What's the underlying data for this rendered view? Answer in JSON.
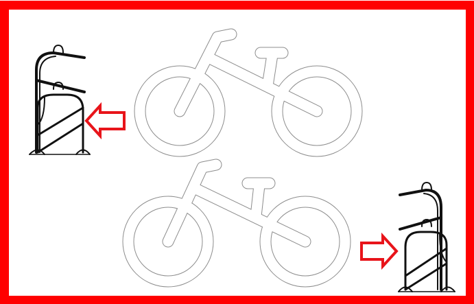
{
  "colors": {
    "frame": "#ff0000",
    "background": "#ffffff",
    "bike_outline": "#8c8c8c",
    "rack": "#111111",
    "arrow": "#e8141a"
  },
  "elements": {
    "bikes": [
      {
        "icon": "bicycle-outline-icon",
        "position": "top-center"
      },
      {
        "icon": "bicycle-outline-icon",
        "position": "bottom-center"
      }
    ],
    "racks": [
      {
        "icon": "bike-rack-icon",
        "position": "top-left",
        "facing": "right"
      },
      {
        "icon": "bike-rack-icon",
        "position": "bottom-right",
        "facing": "left"
      }
    ],
    "arrows": [
      {
        "icon": "arrow-left-icon",
        "direction": "left",
        "position": "top-left"
      },
      {
        "icon": "arrow-right-icon",
        "direction": "right",
        "position": "bottom-right"
      }
    ]
  }
}
